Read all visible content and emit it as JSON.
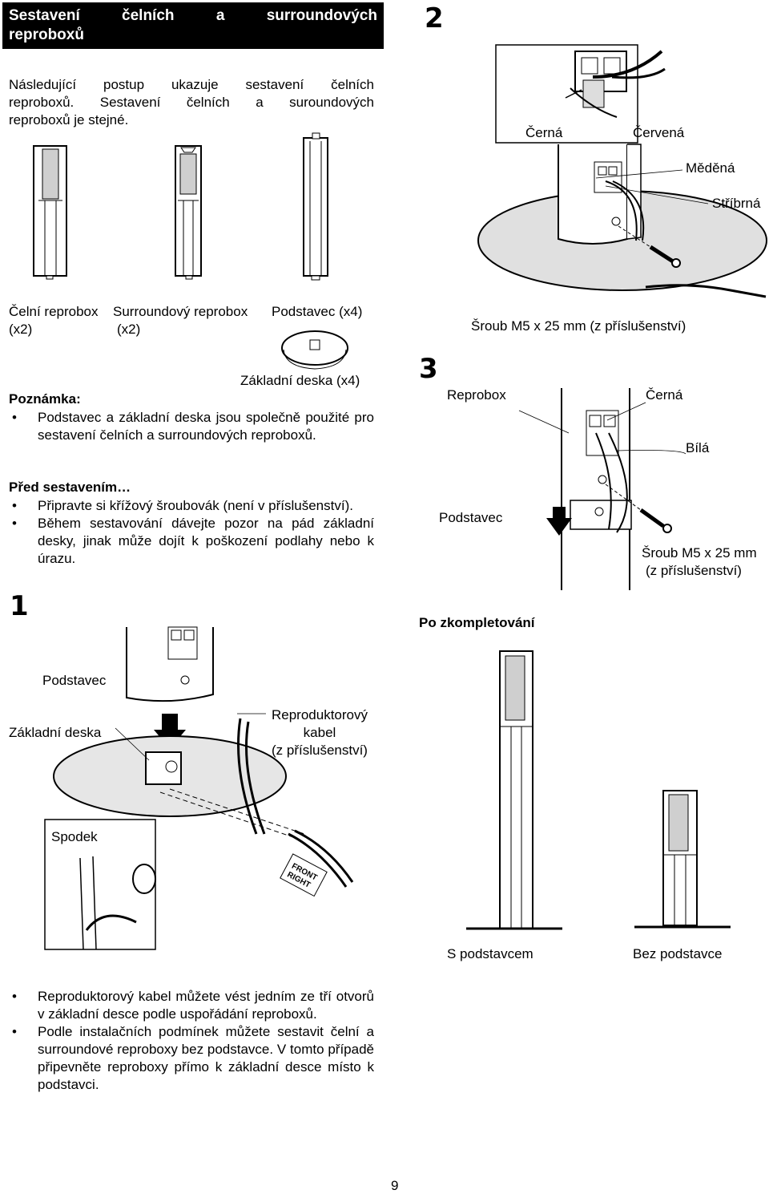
{
  "section": {
    "title_line1_words": [
      "Sestavení",
      "čelních",
      "a",
      "surroundových"
    ],
    "title_line2": "reproboxů"
  },
  "intro": {
    "line1": "Následující postup ukazuje sestavení čelních",
    "line2": "reproboxů. Sestavení čelních a suroundových",
    "line3": "reproboxů je stejné."
  },
  "parts": {
    "front": "Čelní reprobox",
    "front_qty": "(x2)",
    "surround": "Surroundový reprobox",
    "surround_qty": "(x2)",
    "stand": "Podstavec (x4)",
    "base": "Základní deska (x4)"
  },
  "note": {
    "heading": "Poznámka:",
    "items": [
      "Podstavec a základní deska jsou společně použité pro sestavení čelních a surroundových reproboxů."
    ]
  },
  "before": {
    "heading": "Před sestavením…",
    "items": [
      "Připravte si křížový šroubovák (není v příslušenství).",
      "Během sestavování dávejte pozor na pád základní desky, jinak může dojít k poškození podlahy nebo k úrazu."
    ]
  },
  "steps": {
    "s1": "1",
    "s2": "2",
    "s3": "3"
  },
  "step1": {
    "stand": "Podstavec",
    "base": "Základní deska",
    "cable": [
      "Reproduktorový",
      "kabel",
      "(z příslušenství)"
    ],
    "bottom": "Spodek",
    "front_right": [
      "FRONT",
      "RIGHT"
    ]
  },
  "step2": {
    "black": "Černá",
    "red": "Červená",
    "copper": "Měděná",
    "silver": "Stříbrná",
    "screw": "Šroub M5 x 25 mm (z příslušenství)"
  },
  "step3": {
    "speaker": "Reprobox",
    "black": "Černá",
    "white": "Bílá",
    "stand": "Podstavec",
    "screw_l1": "Šroub M5 x 25 mm",
    "screw_l2": "(z příslušenství)"
  },
  "completed": {
    "heading": "Po zkompletování",
    "with_stand": "S podstavcem",
    "without_stand": "Bez podstavce"
  },
  "tips": {
    "items": [
      "Reproduktorový kabel můžete vést jedním ze tří otvorů v základní desce podle uspořádání reproboxů.",
      "Podle instalačních podmínek můžete sestavit čelní a surroundové reproboxy bez podstavce. V tomto případě připevněte reproboxy přímo k základní desce místo k podstavci."
    ]
  },
  "page_number": "9"
}
